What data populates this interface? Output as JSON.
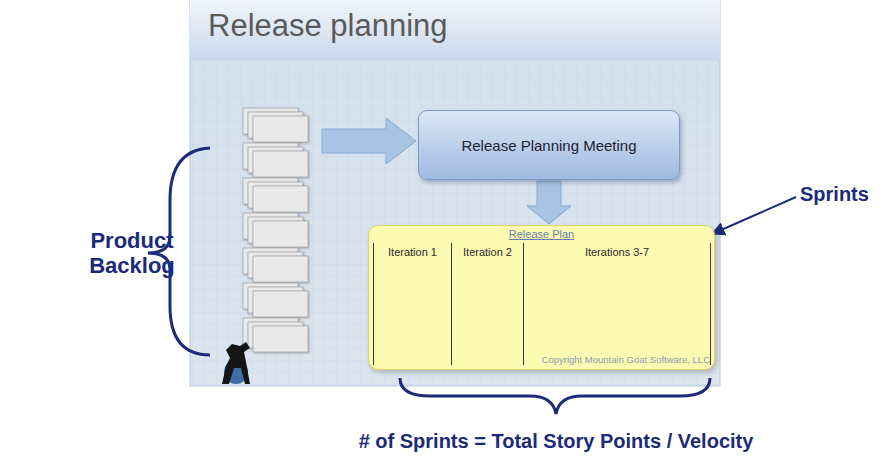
{
  "diagram": {
    "title": "Release planning",
    "nodes": [
      {
        "text": [
          "Release Planning Meeting"
        ]
      },
      {
        "text": [
          "Release Plan"
        ]
      },
      {
        "text": [
          "Iteration 1"
        ],
        "in": 1
      },
      {
        "text": [
          "Iteration 2"
        ],
        "in": 1
      },
      {
        "text": [
          "Iterations 3-7"
        ],
        "in": 1
      }
    ],
    "edges": [
      {
        "from": 0,
        "to": 1,
        "arrow": "to"
      }
    ],
    "labels": [
      "Product Backlog",
      "Sprints",
      "# of Sprints = Total Story Points / Velocity",
      "Copyright Mountain Goat Software, LLC"
    ]
  }
}
